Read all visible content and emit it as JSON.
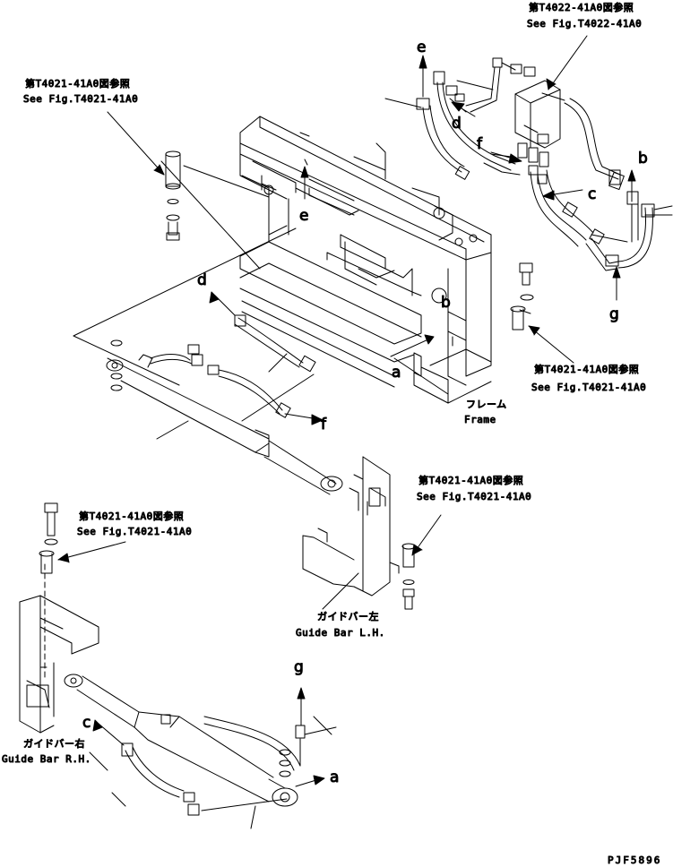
{
  "references": {
    "t4022_top": {
      "ja": "第T4022-41A0図参照",
      "en": "See Fig.T4022-41A0"
    },
    "t4021_left": {
      "ja": "第T4021-41A0図参照",
      "en": "See Fig.T4021-41A0"
    },
    "t4021_right": {
      "ja": "第T4021-41A0図参照",
      "en": "See Fig.T4021-41A0"
    },
    "t4021_mid": {
      "ja": "第T4021-41A0図参照",
      "en": "See Fig.T4021-41A0"
    },
    "t4021_lower": {
      "ja": "第T4021-41A0図参照",
      "en": "See Fig.T4021-41A0"
    }
  },
  "labels": {
    "frame": {
      "ja": "フレーム",
      "en": "Frame"
    },
    "guide_bar_lh": {
      "ja": "ガイドバー左",
      "en": "Guide Bar L.H."
    },
    "guide_bar_rh": {
      "ja": "ガイドバー右",
      "en": "Guide Bar R.H."
    }
  },
  "callouts": {
    "e_top": "e",
    "e_mid": "e",
    "d_top": "d",
    "f_top": "f",
    "b_top": "b",
    "c_top": "c",
    "g_top": "g",
    "d_left": "d",
    "b_mid": "b",
    "a_mid": "a",
    "f_mid": "f",
    "g_low": "g",
    "c_low": "c",
    "a_low": "a"
  },
  "drawing_code": "PJF5896"
}
